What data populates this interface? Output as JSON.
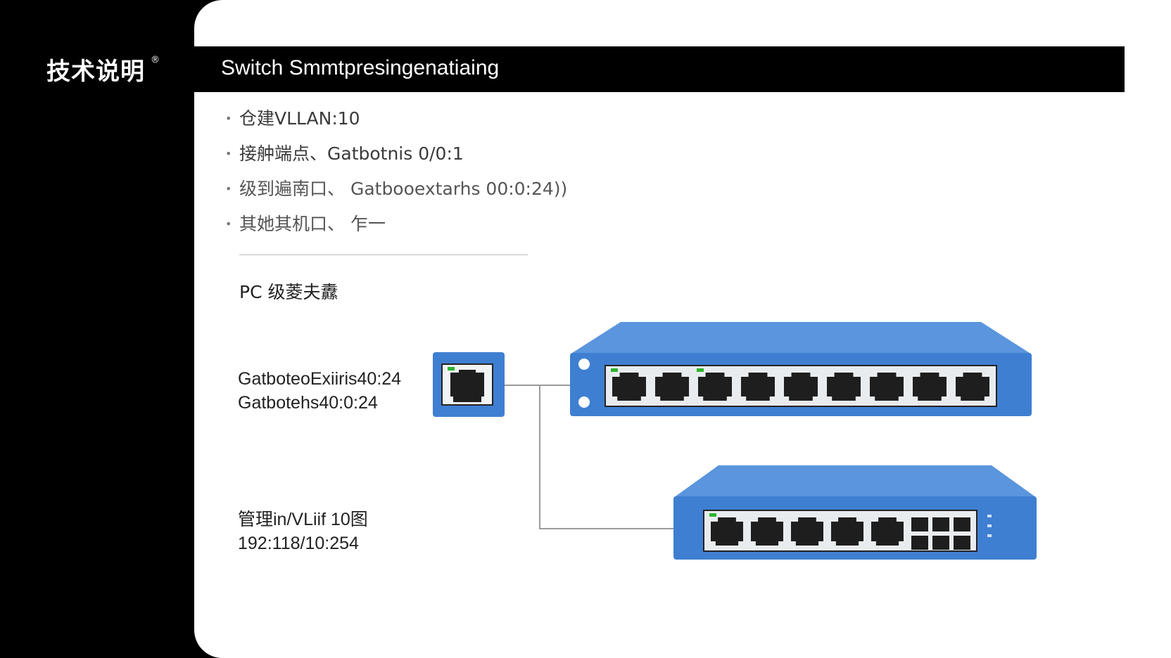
{
  "brand": {
    "name": "技术说明",
    "mark": "®"
  },
  "header": {
    "title": "Switch Smmtpresingenatiaing"
  },
  "bullets": [
    "仓建VLLAN:10",
    "接舯端点、Gatbotnis 0/0:1",
    "级到遍南口、 Gatbooextarhs 00:0:24))",
    "其她其机口、 乍一"
  ],
  "section": {
    "title": "PC  级菱夫纛"
  },
  "labels": {
    "port_line1": "GatboteoExiiris40:24",
    "port_line2": "Gatbotehs40:0:24",
    "mgmt_line1": "管理in/VLiif 10图",
    "mgmt_line2": "192:118/10:254"
  },
  "colors": {
    "switch_blue": "#3f7fd1",
    "switch_top": "#5a95de",
    "port_panel": "#e9ecef",
    "port_jack": "#1e1e1e",
    "link_led": "#2db52d"
  },
  "icons": {
    "pc_nic": "rj45-module-icon",
    "switch_1": "network-switch-icon",
    "switch_2": "network-switch-icon"
  }
}
